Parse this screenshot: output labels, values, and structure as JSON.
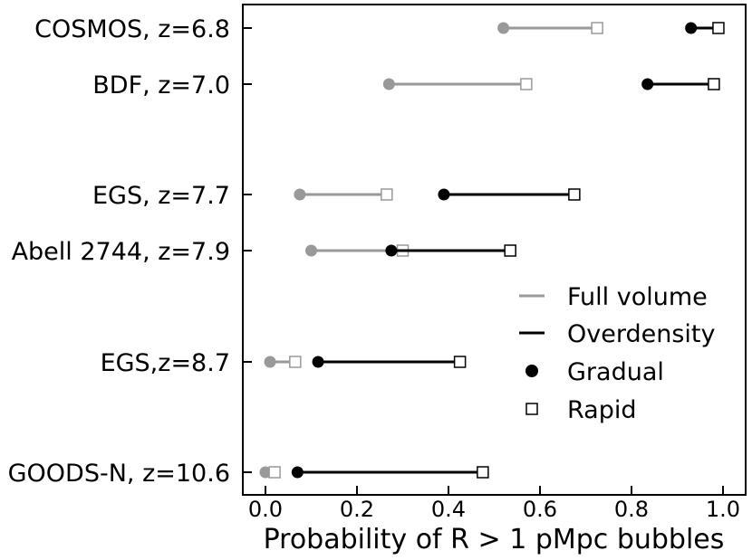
{
  "chart_data": {
    "type": "scatter",
    "xlabel": "Probability of R > 1 pMpc bubbles",
    "xlim": [
      -0.05,
      1.05
    ],
    "xticks": [
      0.0,
      0.2,
      0.4,
      0.6,
      0.8,
      1.0
    ],
    "xtick_labels": [
      "0.0",
      "0.2",
      "0.4",
      "0.6",
      "0.8",
      "1.0"
    ],
    "legend_position": "right",
    "legend": [
      {
        "label": "Full volume",
        "marker": "line",
        "color": "#999999"
      },
      {
        "label": "Overdensity",
        "marker": "line",
        "color": "#000000"
      },
      {
        "label": "Gradual",
        "marker": "filled-circle",
        "color": "#000000"
      },
      {
        "label": "Rapid",
        "marker": "open-square",
        "color": "#000000"
      }
    ],
    "colors": {
      "full_volume": "#999999",
      "overdensity": "#000000"
    },
    "fields": [
      {
        "label": "COSMOS, z=6.8",
        "full_volume": {
          "gradual": 0.52,
          "rapid": 0.725
        },
        "overdensity": {
          "gradual": 0.93,
          "rapid": 0.99
        }
      },
      {
        "label": "BDF, z=7.0",
        "full_volume": {
          "gradual": 0.27,
          "rapid": 0.57
        },
        "overdensity": {
          "gradual": 0.835,
          "rapid": 0.98
        }
      },
      {
        "label": "EGS, z=7.7",
        "full_volume": {
          "gradual": 0.075,
          "rapid": 0.265
        },
        "overdensity": {
          "gradual": 0.39,
          "rapid": 0.675
        }
      },
      {
        "label": "Abell 2744, z=7.9",
        "full_volume": {
          "gradual": 0.1,
          "rapid": 0.3
        },
        "overdensity": {
          "gradual": 0.275,
          "rapid": 0.535
        }
      },
      {
        "label": "EGS,z=8.7",
        "full_volume": {
          "gradual": 0.01,
          "rapid": 0.065
        },
        "overdensity": {
          "gradual": 0.115,
          "rapid": 0.425
        }
      },
      {
        "label": "GOODS-N, z=10.6",
        "full_volume": {
          "gradual": 0.0,
          "rapid": 0.02
        },
        "overdensity": {
          "gradual": 0.07,
          "rapid": 0.475
        }
      }
    ]
  }
}
